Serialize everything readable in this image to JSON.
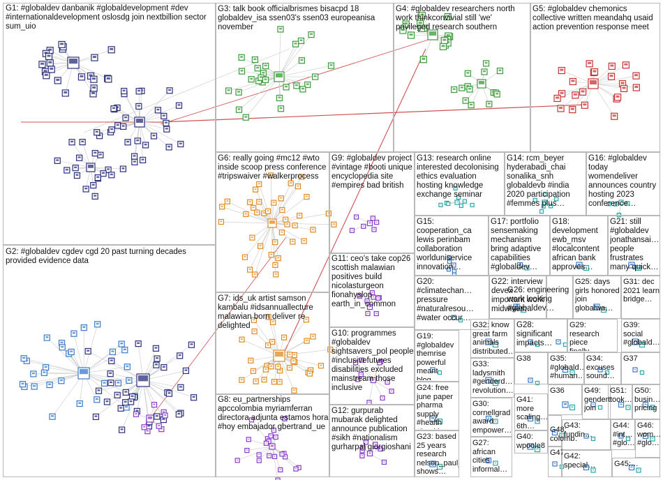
{
  "graph": {
    "colors": {
      "edge": "#c8c8c8",
      "edge_strong": "#d05050",
      "panel_border": "#b8b8b8",
      "node_navy": "#2b2f7a",
      "node_green": "#3a9a3a",
      "node_red": "#c83232",
      "node_orange": "#e08a1e",
      "node_blue": "#3a7ac8",
      "node_purple": "#8a3ac8",
      "node_teal": "#2aa8a8"
    },
    "groups": [
      {
        "id": "G1",
        "text": "G1: #globaldev danbanik #globaldevelopment #dev #internationaldevelopment oslosdg join nextbillion sector sum_uio"
      },
      {
        "id": "G2",
        "text": "G2: #globaldev cgdev cgd 20 past turning decades provided evidence data"
      },
      {
        "id": "G3",
        "text": "G3: talk book officialbrismes bisacpd 18 globaldev_isa ssen03's ssen03 europeanisa november"
      },
      {
        "id": "G4",
        "text": "G4: #globaldev researchers north work thinkconvivial still 'we' privileged research southern"
      },
      {
        "id": "G5",
        "text": "G5: #globaldev chemonics collective written meandahq usaid action prevention response meet"
      },
      {
        "id": "G6",
        "text": "G6: really going #mc12 #wto inside scoop press conference #tripswaiver #walkerprocess"
      },
      {
        "id": "G7",
        "text": "G7: ids_uk artist samson kambalu #idsannuallecture malawian born deliver re delighted"
      },
      {
        "id": "G8",
        "text": "G8: eu_partnerships apccolombia myriamferran directora adjunta estamos hora #hoy embajador gbertrand_ue"
      },
      {
        "id": "G9",
        "text": "G9: #globaldev project #vintage #booti unique encyclopedia site #empires bad british"
      },
      {
        "id": "G10",
        "text": "G10: programmes #globaldev sightsavers_pol people #inclusivefutures disabilities excluded mainstream those inclusive"
      },
      {
        "id": "G11",
        "text": "G11: ceo's take cop26 scottish malawian positives build nicolasturgeon fionahyslop earth_in_common"
      },
      {
        "id": "G12",
        "text": "G12: gurpurab mubarak delighted announce publication #sikh #nationalism gurharpal giorgioshani"
      },
      {
        "id": "G13",
        "text": "G13: research online interested decolonising ethics evaluation hosting knowledge exchange seminar"
      },
      {
        "id": "G14",
        "text": "G14: rcm_beyer hyderabadi_chai sonalika_snh globaldevb #india 2020 participation #femmes plus…"
      },
      {
        "id": "G15",
        "text": "G15: cooperation_ca lewis perinbam collaboration worlduniservice innovation…"
      },
      {
        "id": "G16",
        "text": "G16: #globaldev today womendeliver announces country hosting 2023 conference…"
      },
      {
        "id": "G17",
        "text": "G17: portfolio sensemaking mechanism bring adaptive capabilities #globaldev…"
      },
      {
        "id": "G18",
        "text": "G18: development ewb_msv #localcontent african bank approves…"
      },
      {
        "id": "G19",
        "text": "G19: #globaldev themrise powerful meant blog…"
      },
      {
        "id": "G20",
        "text": "G20: #climatechan… pressure #naturalresou… #water occur…"
      },
      {
        "id": "G21",
        "text": "G21: still #globaldev jonathansai… people frustrates many quick…"
      },
      {
        "id": "G22",
        "text": "G22: interview devex important work midwives…"
      },
      {
        "id": "G23",
        "text": "G23: based 25 years research nelson_paulj shows…"
      },
      {
        "id": "G24",
        "text": "G24: free june paper pharma supply #health #healthcare…"
      },
      {
        "id": "G25",
        "text": "G25: days girls honored join globalwa…"
      },
      {
        "id": "G26",
        "text": "G26: engineering work looking #globaldev…"
      },
      {
        "id": "G27",
        "text": "G27: african cities informal…"
      },
      {
        "id": "G28",
        "text": "G28: significant impacts…"
      },
      {
        "id": "G29",
        "text": "G29: research piece finally…"
      },
      {
        "id": "G30",
        "text": "G30: cornellgrad award empower…"
      },
      {
        "id": "G31",
        "text": "G31: dec 2021 learn bridge…"
      },
      {
        "id": "G32",
        "text": "G32: know great farm animals distributed…"
      },
      {
        "id": "G33",
        "text": "G33: ladysmith #genderd… revolution…"
      },
      {
        "id": "G34",
        "text": "G34: excuses sound…"
      },
      {
        "id": "G35",
        "text": "G35: #globald… #human…"
      },
      {
        "id": "G36",
        "text": "G36"
      },
      {
        "id": "G37",
        "text": "G37"
      },
      {
        "id": "G38",
        "text": "G38"
      },
      {
        "id": "G39",
        "text": "G39: social #globald…"
      },
      {
        "id": "G40",
        "text": "G40: wpoole8"
      },
      {
        "id": "G41",
        "text": "G41: more scaling… 6th…"
      },
      {
        "id": "G42",
        "text": "G42: special…"
      },
      {
        "id": "G43",
        "text": "G43: fundin…"
      },
      {
        "id": "G44",
        "text": "G44: #int… #glo…"
      },
      {
        "id": "G45",
        "text": "G45:…"
      },
      {
        "id": "G46",
        "text": "G46: wom… #glo…"
      },
      {
        "id": "G47",
        "text": "G47"
      },
      {
        "id": "G48",
        "text": "G48: colomb…"
      },
      {
        "id": "G49",
        "text": "G49: genderthing join"
      },
      {
        "id": "G50",
        "text": "G50: busin… pricing"
      },
      {
        "id": "G51",
        "text": "G51: took…"
      }
    ]
  }
}
